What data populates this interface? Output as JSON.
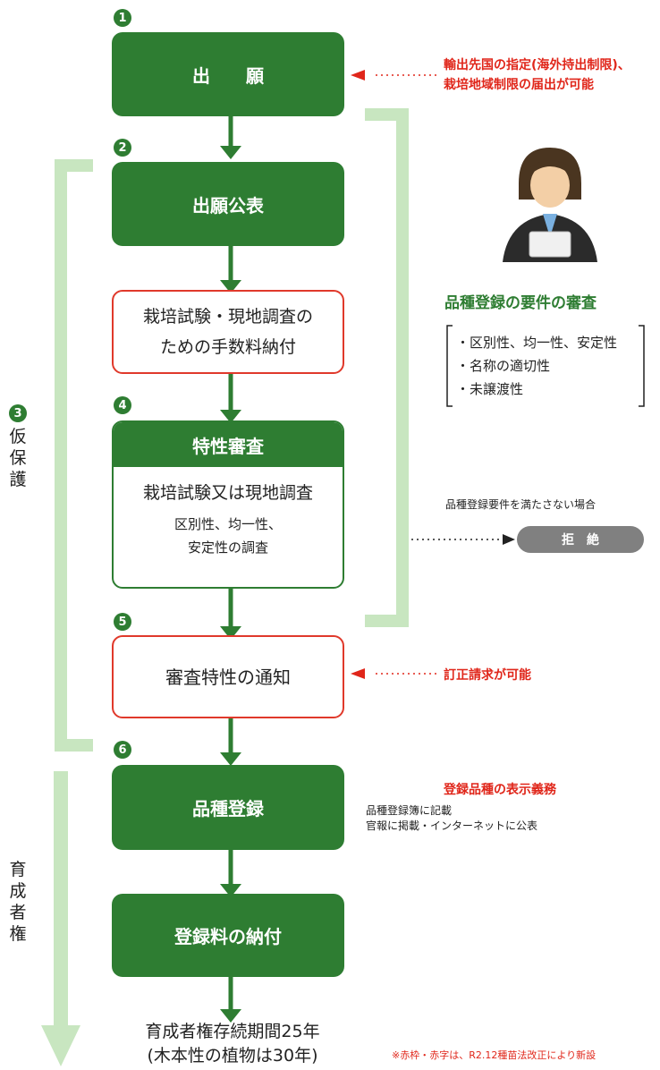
{
  "steps": {
    "s1": {
      "num": "1",
      "label": "出　　願"
    },
    "s2": {
      "num": "2",
      "label": "出願公表"
    },
    "fee": {
      "line1": "栽培試験・現地調査の",
      "line2": "ための手数料納付"
    },
    "s4": {
      "num": "4",
      "header": "特性審査",
      "sub": "栽培試験又は現地調査",
      "detail1": "区別性、均一性、",
      "detail2": "安定性の調査"
    },
    "s5": {
      "num": "5",
      "label": "審査特性の通知"
    },
    "s6": {
      "num": "6",
      "label": "品種登録"
    },
    "reg_fee": {
      "label": "登録料の納付"
    },
    "duration": {
      "line1": "育成者権存続期間25年",
      "line2": "(木本性の植物は30年)"
    }
  },
  "side": {
    "provisional": {
      "num": "3",
      "chars": [
        "仮",
        "保",
        "護"
      ]
    },
    "breeder": {
      "chars": [
        "育",
        "成",
        "者",
        "権"
      ]
    }
  },
  "notes": {
    "export": {
      "line1": "輸出先国の指定(海外持出制限)、",
      "line2": "栽培地域制限の届出が可能"
    },
    "exam_title": "品種登録の要件の審査",
    "exam_items": [
      "・区別性、均一性、安定性",
      "・名称の適切性",
      "・未譲渡性"
    ],
    "reject_condition": "品種登録要件を満たさない場合",
    "reject_label": "拒　絶",
    "correction": "訂正請求が可能",
    "display_title": "登録品種の表示義務",
    "display_items": [
      "品種登録簿に記載",
      "官報に掲載・インターネットに公表"
    ],
    "footnote": "※赤枠・赤字は、R2.12種苗法改正により新設"
  },
  "colors": {
    "green": "#2e7d32",
    "light_green": "#c8e6c0",
    "red": "#e0261a",
    "gray": "#808080"
  }
}
